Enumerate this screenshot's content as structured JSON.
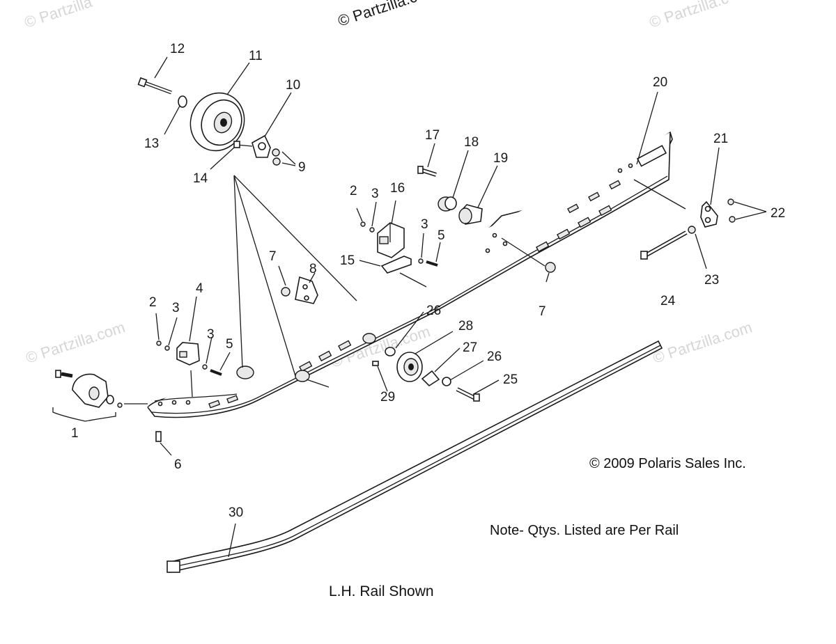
{
  "watermarks": {
    "top_center": "© Partzilla.c",
    "top_left": "© Partzilla",
    "top_right": "© Partzilla.c",
    "mid_left": "© Partzilla.com",
    "mid_center": "© Partzilla.com",
    "mid_right": "© Partzilla.com"
  },
  "callouts": {
    "c1": "1",
    "c2a": "2",
    "c2b": "2",
    "c3a": "3",
    "c3b": "3",
    "c3c": "3",
    "c3d": "3",
    "c4": "4",
    "c5a": "5",
    "c5b": "5",
    "c6": "6",
    "c7a": "7",
    "c7b": "7",
    "c8": "8",
    "c9": "9",
    "c10": "10",
    "c11": "11",
    "c12": "12",
    "c13": "13",
    "c14": "14",
    "c15": "15",
    "c16": "16",
    "c17": "17",
    "c18": "18",
    "c19": "19",
    "c20": "20",
    "c21": "21",
    "c22": "22",
    "c23": "23",
    "c24": "24",
    "c25": "25",
    "c26a": "26",
    "c26b": "26",
    "c27": "27",
    "c28": "28",
    "c29": "29",
    "c30": "30"
  },
  "notes": {
    "copyright": "© 2009 Polaris Sales Inc.",
    "qty_note": "Note- Qtys. Listed are Per Rail",
    "caption": "L.H. Rail Shown"
  }
}
